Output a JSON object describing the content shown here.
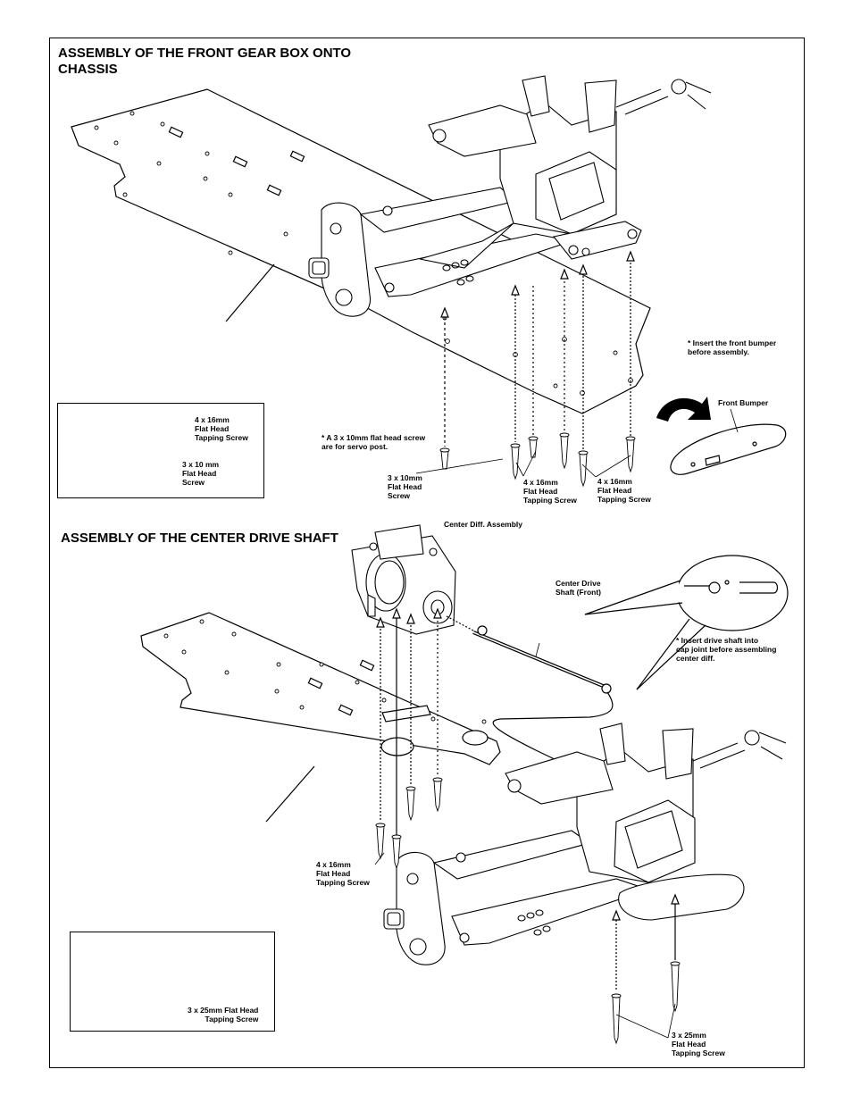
{
  "section1": {
    "title_line1": "ASSEMBLY OF THE FRONT GEAR BOX ONTO",
    "title_line2": "CHASSIS",
    "note_bumper": "* Insert the front bumper\n   before assembly.",
    "front_bumper_label": "Front Bumper",
    "note_servo": "* A 3 x 10mm flat head screw\n   are for servo post.",
    "screw_3x10": "3 x 10mm\nFlat  Head\nScrew",
    "screw_4x16_a": "4 x 16mm\nFlat Head\nTapping Screw",
    "screw_4x16_b": "4 x 16mm\nFlat Head\nTapping Screw",
    "legend": {
      "item1": "4 x 16mm\nFlat Head\nTapping Screw",
      "item2": "3 x 10 mm\nFlat Head\nScrew"
    }
  },
  "section2": {
    "title": "ASSEMBLY OF THE CENTER DRIVE SHAFT",
    "center_diff_label": "Center Diff. Assembly",
    "drive_shaft_label": "Center Drive\nShaft (Front)",
    "note_drive_shaft": "* Insert drive shaft into\n   cap joint before assembling\n   center diff.",
    "screw_4x16": "4 x 16mm\nFlat Head\nTapping Screw",
    "screw_3x25": "3 x 25mm\nFlat Head\nTapping Screw",
    "legend": {
      "item1": "",
      "item2": "3 x 25mm Flat Head\nTapping Screw"
    }
  }
}
